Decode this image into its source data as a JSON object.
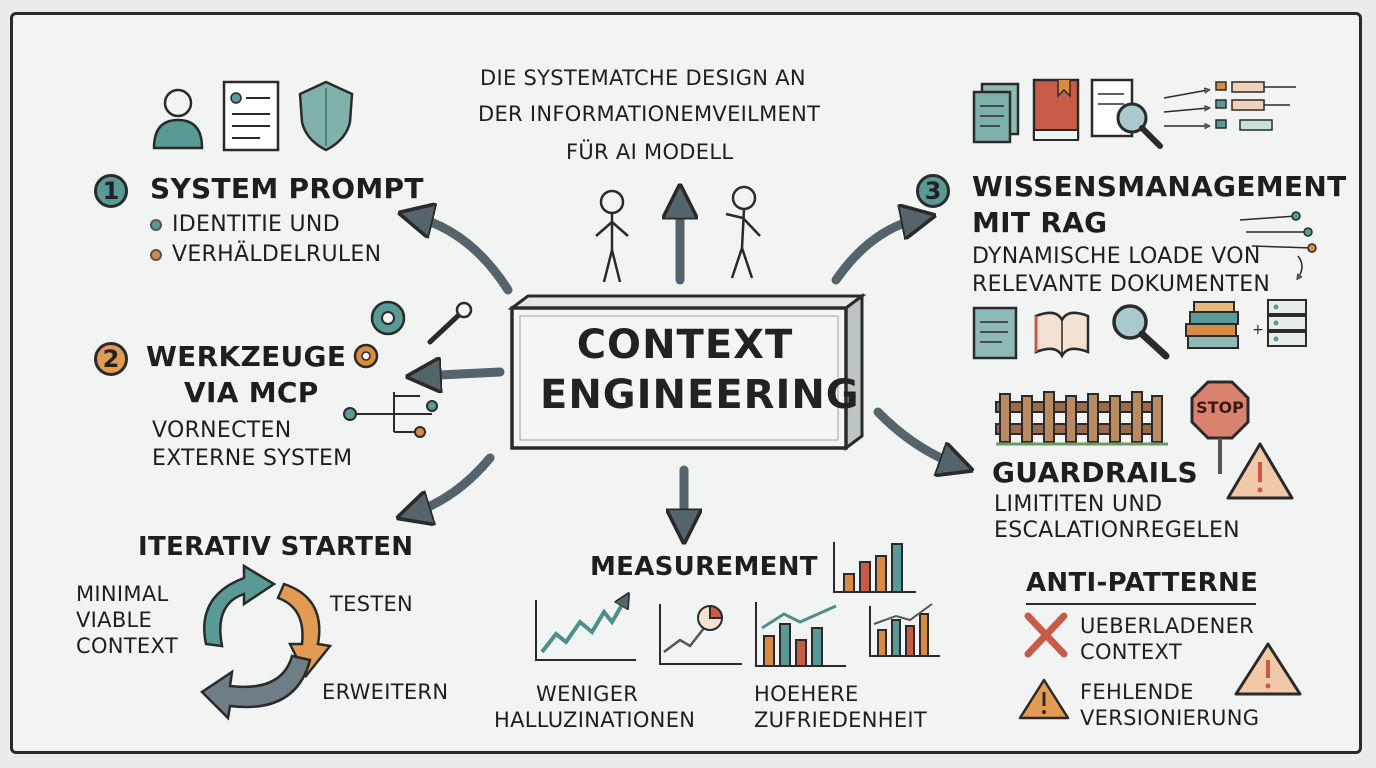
{
  "headline": {
    "line1": "DIE SYSTEMATCHE DESIGN AN",
    "line2": "DER INFORMATIONEMVEILMENT",
    "line3": "FÜR AI MODELL"
  },
  "center": {
    "line1": "CONTEXT",
    "line2": "ENGINEERING"
  },
  "section1": {
    "number": "1",
    "title": "SYSTEM PROMPT",
    "items": [
      "IDENTITIE UND",
      "VERHÄLDELRULEN"
    ]
  },
  "section2": {
    "number": "2",
    "title_line1": "WERKZEUGE",
    "title_line2": "VIA MCP",
    "desc_line1": "VORNECTEN",
    "desc_line2": "EXTERNE SYSTEM"
  },
  "section3": {
    "number": "3",
    "title_line1": "WISSENSMANAGEMENT",
    "title_line2": "MIT RAG",
    "desc_line1": "DYNAMISCHE LOADE VON",
    "desc_line2": "RELEVANTE DOKUMENTEN"
  },
  "guardrails": {
    "title": "GUARDRAILS",
    "desc_line1": "LIMITITEN UND",
    "desc_line2": "ESCALATIONREGELEN",
    "stop_sign": "STOP"
  },
  "iterativ": {
    "title": "ITERATIV STARTEN",
    "step1_line1": "MINIMAL",
    "step1_line2": "VIABLE",
    "step1_line3": "CONTEXT",
    "step2": "TESTEN",
    "step3": "ERWEITERN"
  },
  "measurement": {
    "title": "MEASUREMENT",
    "result1_line1": "WENIGER",
    "result1_line2": "HALLUZINATIONEN",
    "result2_line1": "HOEHERE",
    "result2_line2": "ZUFRIEDENHEIT"
  },
  "antipatterns": {
    "title": "ANTI-PATTERNE",
    "item1_line1": "UEBERLADENER",
    "item1_line2": "CONTEXT",
    "item2_line1": "FEHLENDE",
    "item2_line2": "VERSIONIERUNG"
  },
  "colors": {
    "teal": "#5a9a96",
    "orange": "#d88b43",
    "red": "#c85a48",
    "slate": "#6e7d86",
    "board": "#f1f4f3"
  }
}
